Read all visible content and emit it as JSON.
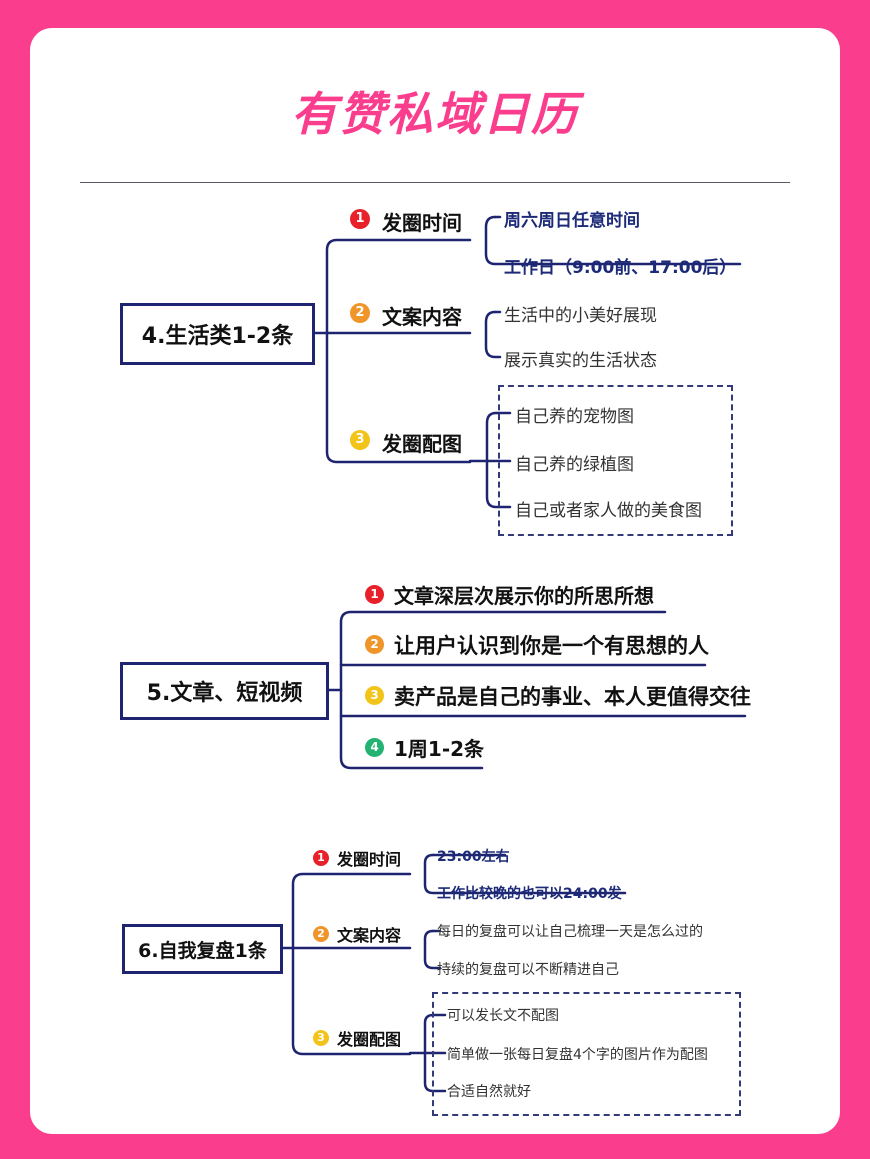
{
  "title": "有赞私域日历",
  "section4": {
    "root": "4.生活类1-2条",
    "branches": [
      {
        "num": "1",
        "label": "发圈时间",
        "items": [
          "周六周日任意时间",
          "工作日（9:00前、17:00后）"
        ]
      },
      {
        "num": "2",
        "label": "文案内容",
        "items": [
          "生活中的小美好展现",
          "展示真实的生活状态"
        ]
      },
      {
        "num": "3",
        "label": "发圈配图",
        "items": [
          "自己养的宠物图",
          "自己养的绿植图",
          "自己或者家人做的美食图"
        ]
      }
    ]
  },
  "section5": {
    "root": "5.文章、短视频",
    "items": [
      {
        "num": "1",
        "label": "文章深层次展示你的所思所想"
      },
      {
        "num": "2",
        "label": "让用户认识到你是一个有思想的人"
      },
      {
        "num": "3",
        "label": "卖产品是自己的事业、本人更值得交往"
      },
      {
        "num": "4",
        "label": "1周1-2条"
      }
    ]
  },
  "section6": {
    "root": "6.自我复盘1条",
    "branches": [
      {
        "num": "1",
        "label": "发圈时间",
        "items": [
          "23:00左右",
          "工作比较晚的也可以24:00发"
        ]
      },
      {
        "num": "2",
        "label": "文案内容",
        "items": [
          "每日的复盘可以让自己梳理一天是怎么过的",
          "持续的复盘可以不断精进自己"
        ]
      },
      {
        "num": "3",
        "label": "发圈配图",
        "items": [
          "可以发长文不配图",
          "简单做一张每日复盘4个字的图片作为配图",
          "合适自然就好"
        ]
      }
    ]
  },
  "colors": {
    "accent": "#fb3d8d",
    "line": "#1e2470",
    "badge_red": "#e8202a",
    "badge_orange": "#f0952a",
    "badge_yellow": "#f2c318",
    "badge_green": "#22b272"
  }
}
